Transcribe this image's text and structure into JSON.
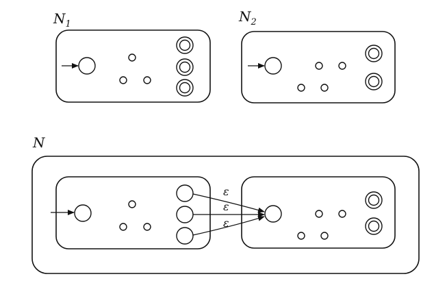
{
  "labels": {
    "n1_base": "N",
    "n1_sub": "1",
    "n2_base": "N",
    "n2_sub": "2",
    "n_base": "N"
  },
  "epsilon": [
    "ε",
    "ε",
    "ε"
  ],
  "colors": {
    "stroke": "#111111",
    "background": "#ffffff"
  }
}
